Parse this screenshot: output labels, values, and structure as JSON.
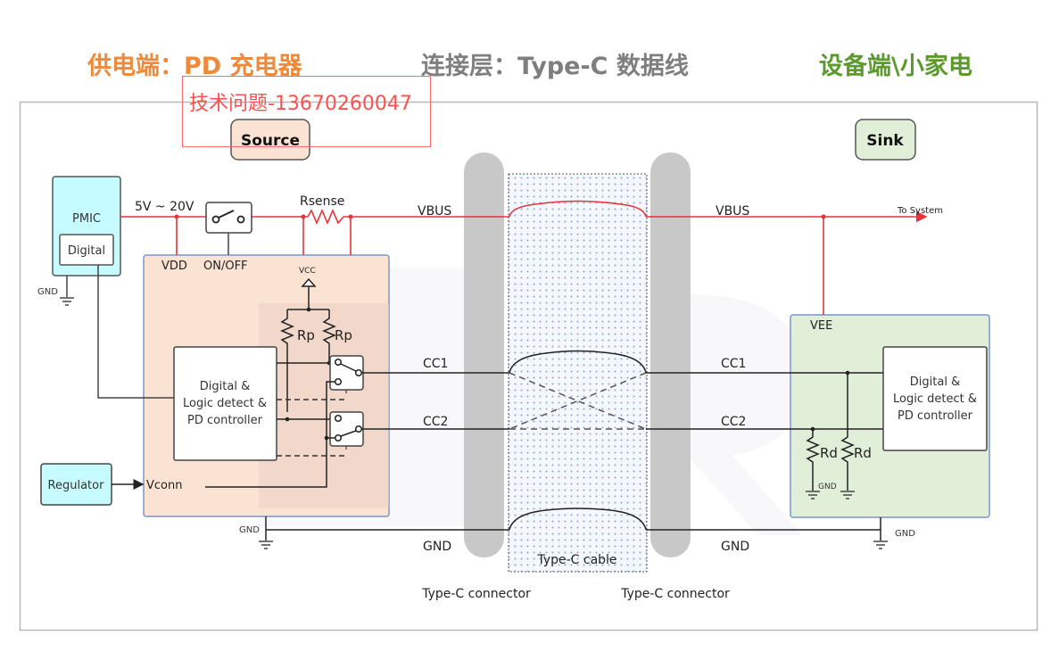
{
  "header": {
    "source_title": "供电端：PD 充电器",
    "cable_title": "连接层：Type-C 数据线",
    "sink_title": "设备端\\小家电"
  },
  "watermark": "技术问题-13670260047",
  "colors": {
    "source_accent": "#ee8a3a",
    "cable_accent": "#7f7f7f",
    "sink_accent": "#5c9a2e",
    "vbus_line": "#e8333a",
    "source_fill": "#fbe3d3",
    "sink_fill": "#e1efd9",
    "pmic_fill": "#c6fbff",
    "watermark": "#ff5050"
  },
  "source": {
    "badge": "Source",
    "pmic_label": "PMIC",
    "pmic_digital": "Digital",
    "pmic_gnd": "GND",
    "voltage_range": "5V ~ 20V",
    "switch_label": "ON/OFF",
    "vdd_label": "VDD",
    "rsense_label": "Rsense",
    "vcc_label": "VCC",
    "rp_labels": [
      "Rp",
      "Rp"
    ],
    "controller_lines": [
      "Digital &",
      "Logic detect &",
      "PD controller"
    ],
    "regulator_label": "Regulator",
    "vconn_label": "Vconn",
    "gnd_label": "GND"
  },
  "cable": {
    "vbus_left": "VBUS",
    "vbus_right": "VBUS",
    "cc1_left": "CC1",
    "cc1_right": "CC1",
    "cc2_left": "CC2",
    "cc2_right": "CC2",
    "gnd_left": "GND",
    "gnd_right": "GND",
    "cable_label": "Type-C cable",
    "connector_left": "Type-C connector",
    "connector_right": "Type-C connector"
  },
  "sink": {
    "badge": "Sink",
    "to_system": "To System",
    "vee_label": "VEE",
    "controller_lines": [
      "Digital &",
      "Logic detect &",
      "PD controller"
    ],
    "rd_labels": [
      "Rd",
      "Rd"
    ],
    "inner_gnd": "GND",
    "gnd_label": "GND"
  }
}
